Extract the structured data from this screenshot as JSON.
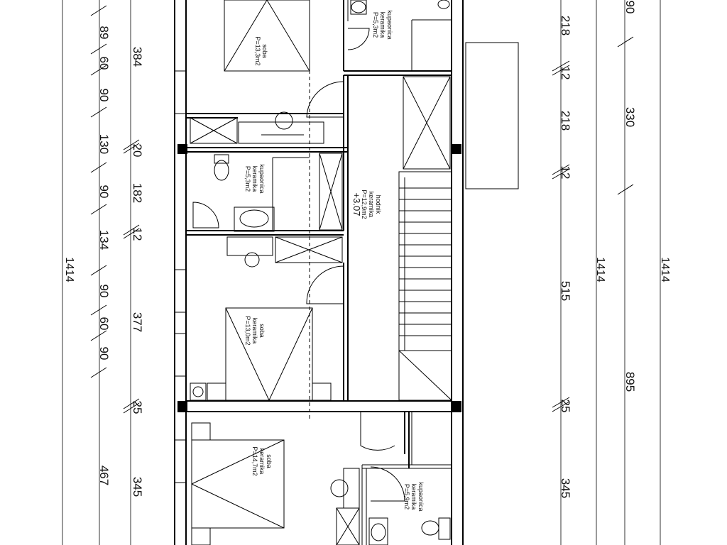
{
  "dimensions": {
    "col1": "1414",
    "col2": [
      "89",
      "60",
      "90",
      "130",
      "90",
      "134",
      "90",
      "60",
      "90",
      "467"
    ],
    "col3": [
      "384",
      "20",
      "182",
      "12",
      "377",
      "25",
      "345"
    ],
    "col4": [
      "218",
      "12",
      "218",
      "12",
      "515",
      "25",
      "345"
    ],
    "col5": "1414",
    "col6": [
      "90",
      "330",
      "895"
    ],
    "col7": "1414"
  },
  "rooms": {
    "bedroom1": [
      "soba",
      "P=13,3m2"
    ],
    "bathroom1": [
      "kupaonica",
      "keramika",
      "P=5,3m2"
    ],
    "bathroom2": [
      "kupaonica",
      "keramika",
      "P=5,3m2"
    ],
    "hallway": [
      "hodnik",
      "keramika",
      "P=12,9m2"
    ],
    "level": "+3.07",
    "bedroom2": [
      "soba",
      "keramika",
      "P=13,0m2"
    ],
    "bedroom3": [
      "soba",
      "keramika",
      "P=14,7m2"
    ],
    "bathroom3": [
      "kupaonica",
      "keramika",
      "P=5,9m2"
    ]
  }
}
